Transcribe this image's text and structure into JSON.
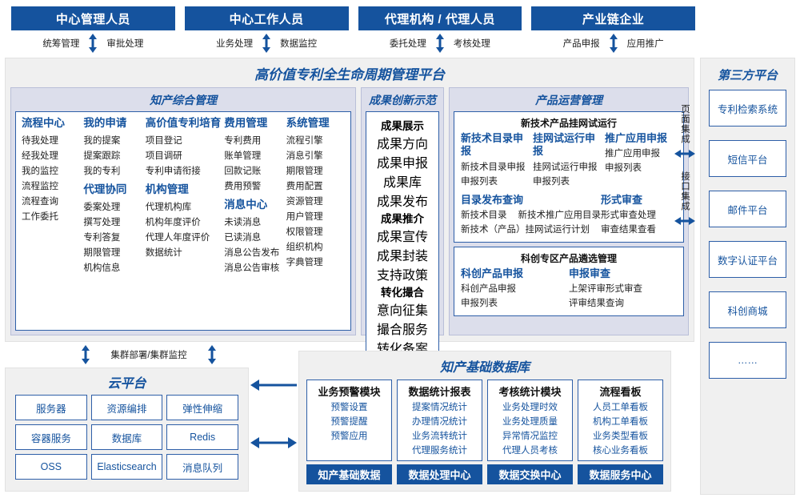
{
  "actors": [
    {
      "title": "中心管理人员",
      "tasks": [
        "统筹管理",
        "审批处理"
      ]
    },
    {
      "title": "中心工作人员",
      "tasks": [
        "业务处理",
        "数据监控"
      ]
    },
    {
      "title": "代理机构 / 代理人员",
      "tasks": [
        "委托处理",
        "考核处理"
      ]
    },
    {
      "title": "产业链企业",
      "tasks": [
        "产品申报",
        "应用推广"
      ]
    }
  ],
  "platform": {
    "title": "高价值专利全生命周期管理平台",
    "groups": {
      "zhichan": {
        "title": "知产综合管理",
        "columns": [
          {
            "sections": [
              {
                "heading": "流程中心",
                "items": [
                  "待我处理",
                  "经我处理",
                  "我的监控",
                  "流程监控",
                  "流程查询",
                  "工作委托"
                ]
              }
            ]
          },
          {
            "sections": [
              {
                "heading": "我的申请",
                "items": [
                  "我的提案",
                  "提案跟踪",
                  "我的专利"
                ]
              },
              {
                "heading": "代理协同",
                "items": [
                  "委案处理",
                  "撰写处理",
                  "专利答复",
                  "期限管理",
                  "机构信息"
                ]
              }
            ]
          },
          {
            "sections": [
              {
                "heading": "高价值专利培育",
                "items": [
                  "项目登记",
                  "项目调研",
                  "专利申请衔接"
                ]
              },
              {
                "heading": "机构管理",
                "items": [
                  "代理机构库",
                  "机构年度评价",
                  "代理人年度评价",
                  "数据统计"
                ]
              }
            ]
          },
          {
            "sections": [
              {
                "heading": "费用管理",
                "items": [
                  "专利费用",
                  "账单管理",
                  "回款记账",
                  "费用预警"
                ]
              },
              {
                "heading": "消息中心",
                "items": [
                  "未读消息",
                  "已读消息",
                  "消息公告发布",
                  "消息公告审核"
                ]
              }
            ]
          },
          {
            "sections": [
              {
                "heading": "系统管理",
                "items": [
                  "流程引擎",
                  "消息引擎",
                  "期限管理",
                  "费用配置",
                  "资源管理",
                  "用户管理",
                  "权限管理",
                  "组织机构",
                  "字典管理"
                ]
              }
            ]
          }
        ]
      },
      "chengguo": {
        "title": "成果创新示范",
        "sections": [
          {
            "heading": "成果展示",
            "items": [
              "成果方向",
              "成果申报",
              "成果库",
              "成果发布"
            ]
          },
          {
            "heading": "成果推介",
            "items": [
              "成果宣传",
              "成果封装",
              "支持政策"
            ]
          },
          {
            "heading": "转化撮合",
            "items": [
              "意向征集",
              "撮合服务",
              "转化备案"
            ]
          }
        ]
      },
      "chanpin": {
        "title": "产品运营管理",
        "boxes": [
          {
            "title": "新技术产品挂网试运行",
            "row1": [
              {
                "heading": "新技术目录申报",
                "items": [
                  "新技术目录申报",
                  "申报列表"
                ]
              },
              {
                "heading": "挂网试运行申报",
                "items": [
                  "挂网试运行申报",
                  "申报列表"
                ]
              },
              {
                "heading": "推广应用申报",
                "items": [
                  "推广应用申报",
                  "申报列表"
                ]
              }
            ],
            "row2": [
              {
                "heading": "目录发布查询",
                "pair": [
                  "新技术目录",
                  "新技术推广应用目录"
                ],
                "items": [
                  "新技术（产品）挂网试运行计划"
                ]
              },
              {
                "heading": "形式审查",
                "items": [
                  "形式审查处理",
                  "审查结果查看"
                ]
              }
            ]
          },
          {
            "title": "科创专区产品遴选管理",
            "row1": [
              {
                "heading": "科创产品申报",
                "items": [
                  "科创产品申报",
                  "申报列表"
                ]
              },
              {
                "heading": "申报审查",
                "items": [
                  "上架评审形式审查",
                  "评审结果查询"
                ]
              }
            ]
          }
        ]
      }
    }
  },
  "integration": {
    "page_label": "页面集成",
    "api_label": "接口集成"
  },
  "third_party": {
    "title": "第三方平台",
    "items": [
      "专利检索系统",
      "短信平台",
      "邮件平台",
      "数字认证平台",
      "科创商城",
      "……"
    ]
  },
  "cluster": {
    "label": "集群部署/集群监控"
  },
  "cloud": {
    "title": "云平台",
    "cells": [
      "服务器",
      "资源编排",
      "弹性伸缩",
      "容器服务",
      "数据库",
      "Redis",
      "OSS",
      "Elasticsearch",
      "消息队列"
    ]
  },
  "database": {
    "title": "知产基础数据库",
    "columns": [
      {
        "heading": "业务预警模块",
        "items": [
          "预警设置",
          "预警提醒",
          "预警应用"
        ],
        "footer": "知产基础数据"
      },
      {
        "heading": "数据统计报表",
        "items": [
          "提案情况统计",
          "办理情况统计",
          "业务流转统计",
          "代理服务统计"
        ],
        "footer": "数据处理中心"
      },
      {
        "heading": "考核统计模块",
        "items": [
          "业务处理时效",
          "业务处理质量",
          "异常情况监控",
          "代理人员考核"
        ],
        "footer": "数据交换中心"
      },
      {
        "heading": "流程看板",
        "items": [
          "人员工单看板",
          "机构工单看板",
          "业务类型看板",
          "核心业务看板"
        ],
        "footer": "数据服务中心"
      }
    ]
  },
  "colors": {
    "brand_blue": "#15539E",
    "panel_bg": "#DCDEEB",
    "outer_bg": "#F0F0F0",
    "border_blue": "#2E5FA8"
  }
}
